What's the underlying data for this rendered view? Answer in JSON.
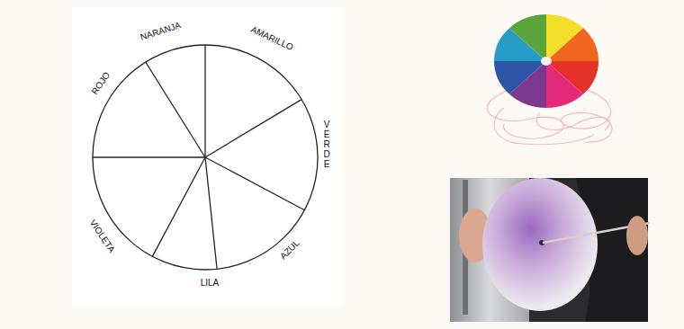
{
  "diagram": {
    "labels": [
      "ROJO",
      "NARANJA",
      "AMARILLO",
      "VERDE",
      "AZUL",
      "LILA",
      "VIOLETA"
    ]
  }
}
